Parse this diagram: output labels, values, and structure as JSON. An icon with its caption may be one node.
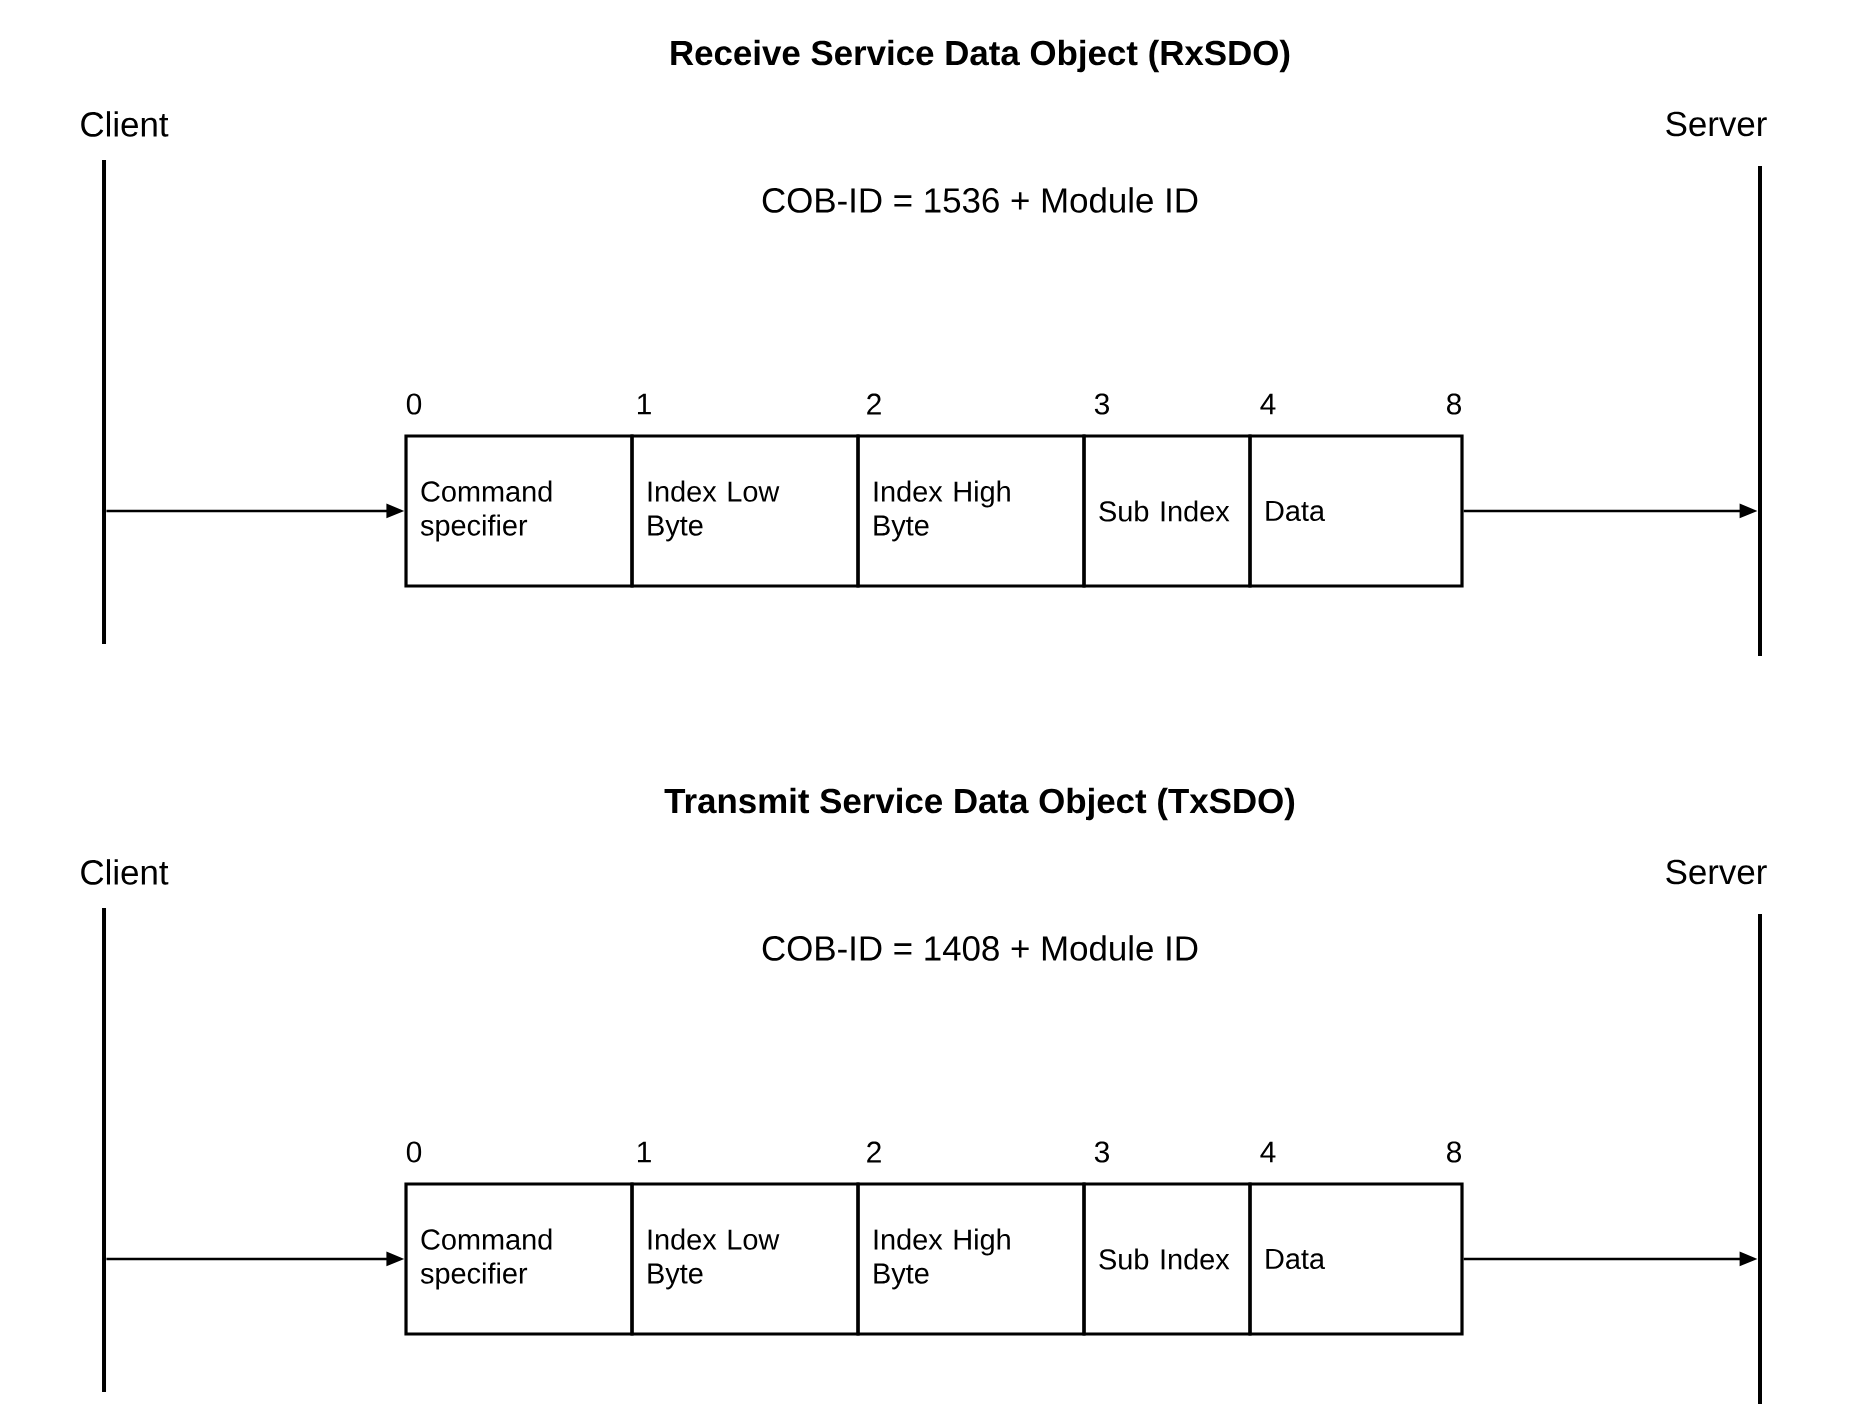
{
  "diagram": {
    "nodes": [
      {
        "text": [],
        "shape": "line"
      },
      {
        "text": [
          "Command specifier"
        ]
      },
      {
        "text": [
          "Index Low Byte"
        ]
      },
      {
        "text": [
          "Index High Byte"
        ]
      },
      {
        "text": [
          "Sub Index"
        ]
      },
      {
        "text": [
          "Data"
        ]
      },
      {
        "text": [],
        "shape": "line"
      },
      {
        "text": [],
        "shape": "line"
      },
      {
        "text": [
          "Command specifier"
        ]
      },
      {
        "text": [
          "Index Low Byte"
        ]
      },
      {
        "text": [
          "Index High Byte"
        ]
      },
      {
        "text": [
          "Sub Index"
        ]
      },
      {
        "text": [
          "Data"
        ]
      },
      {
        "text": [],
        "shape": "line"
      }
    ],
    "edges": [
      {
        "from": 0,
        "to": 1,
        "arrow": "to"
      },
      {
        "from": 5,
        "to": 6,
        "arrow": "to"
      },
      {
        "from": 7,
        "to": 8,
        "arrow": "to"
      },
      {
        "from": 12,
        "to": 13,
        "arrow": "to"
      }
    ],
    "labels": [
      "Receive Service Data Object (RxSDO)",
      "Client",
      "Server",
      "COB-ID = 1536 + Module ID",
      "0",
      "1",
      "2",
      "3",
      "4",
      "8",
      "Transmit Service Data Object (TxSDO)",
      "Client",
      "Server",
      "COB-ID = 1408 + Module ID",
      "0",
      "1",
      "2",
      "3",
      "4",
      "8"
    ]
  }
}
